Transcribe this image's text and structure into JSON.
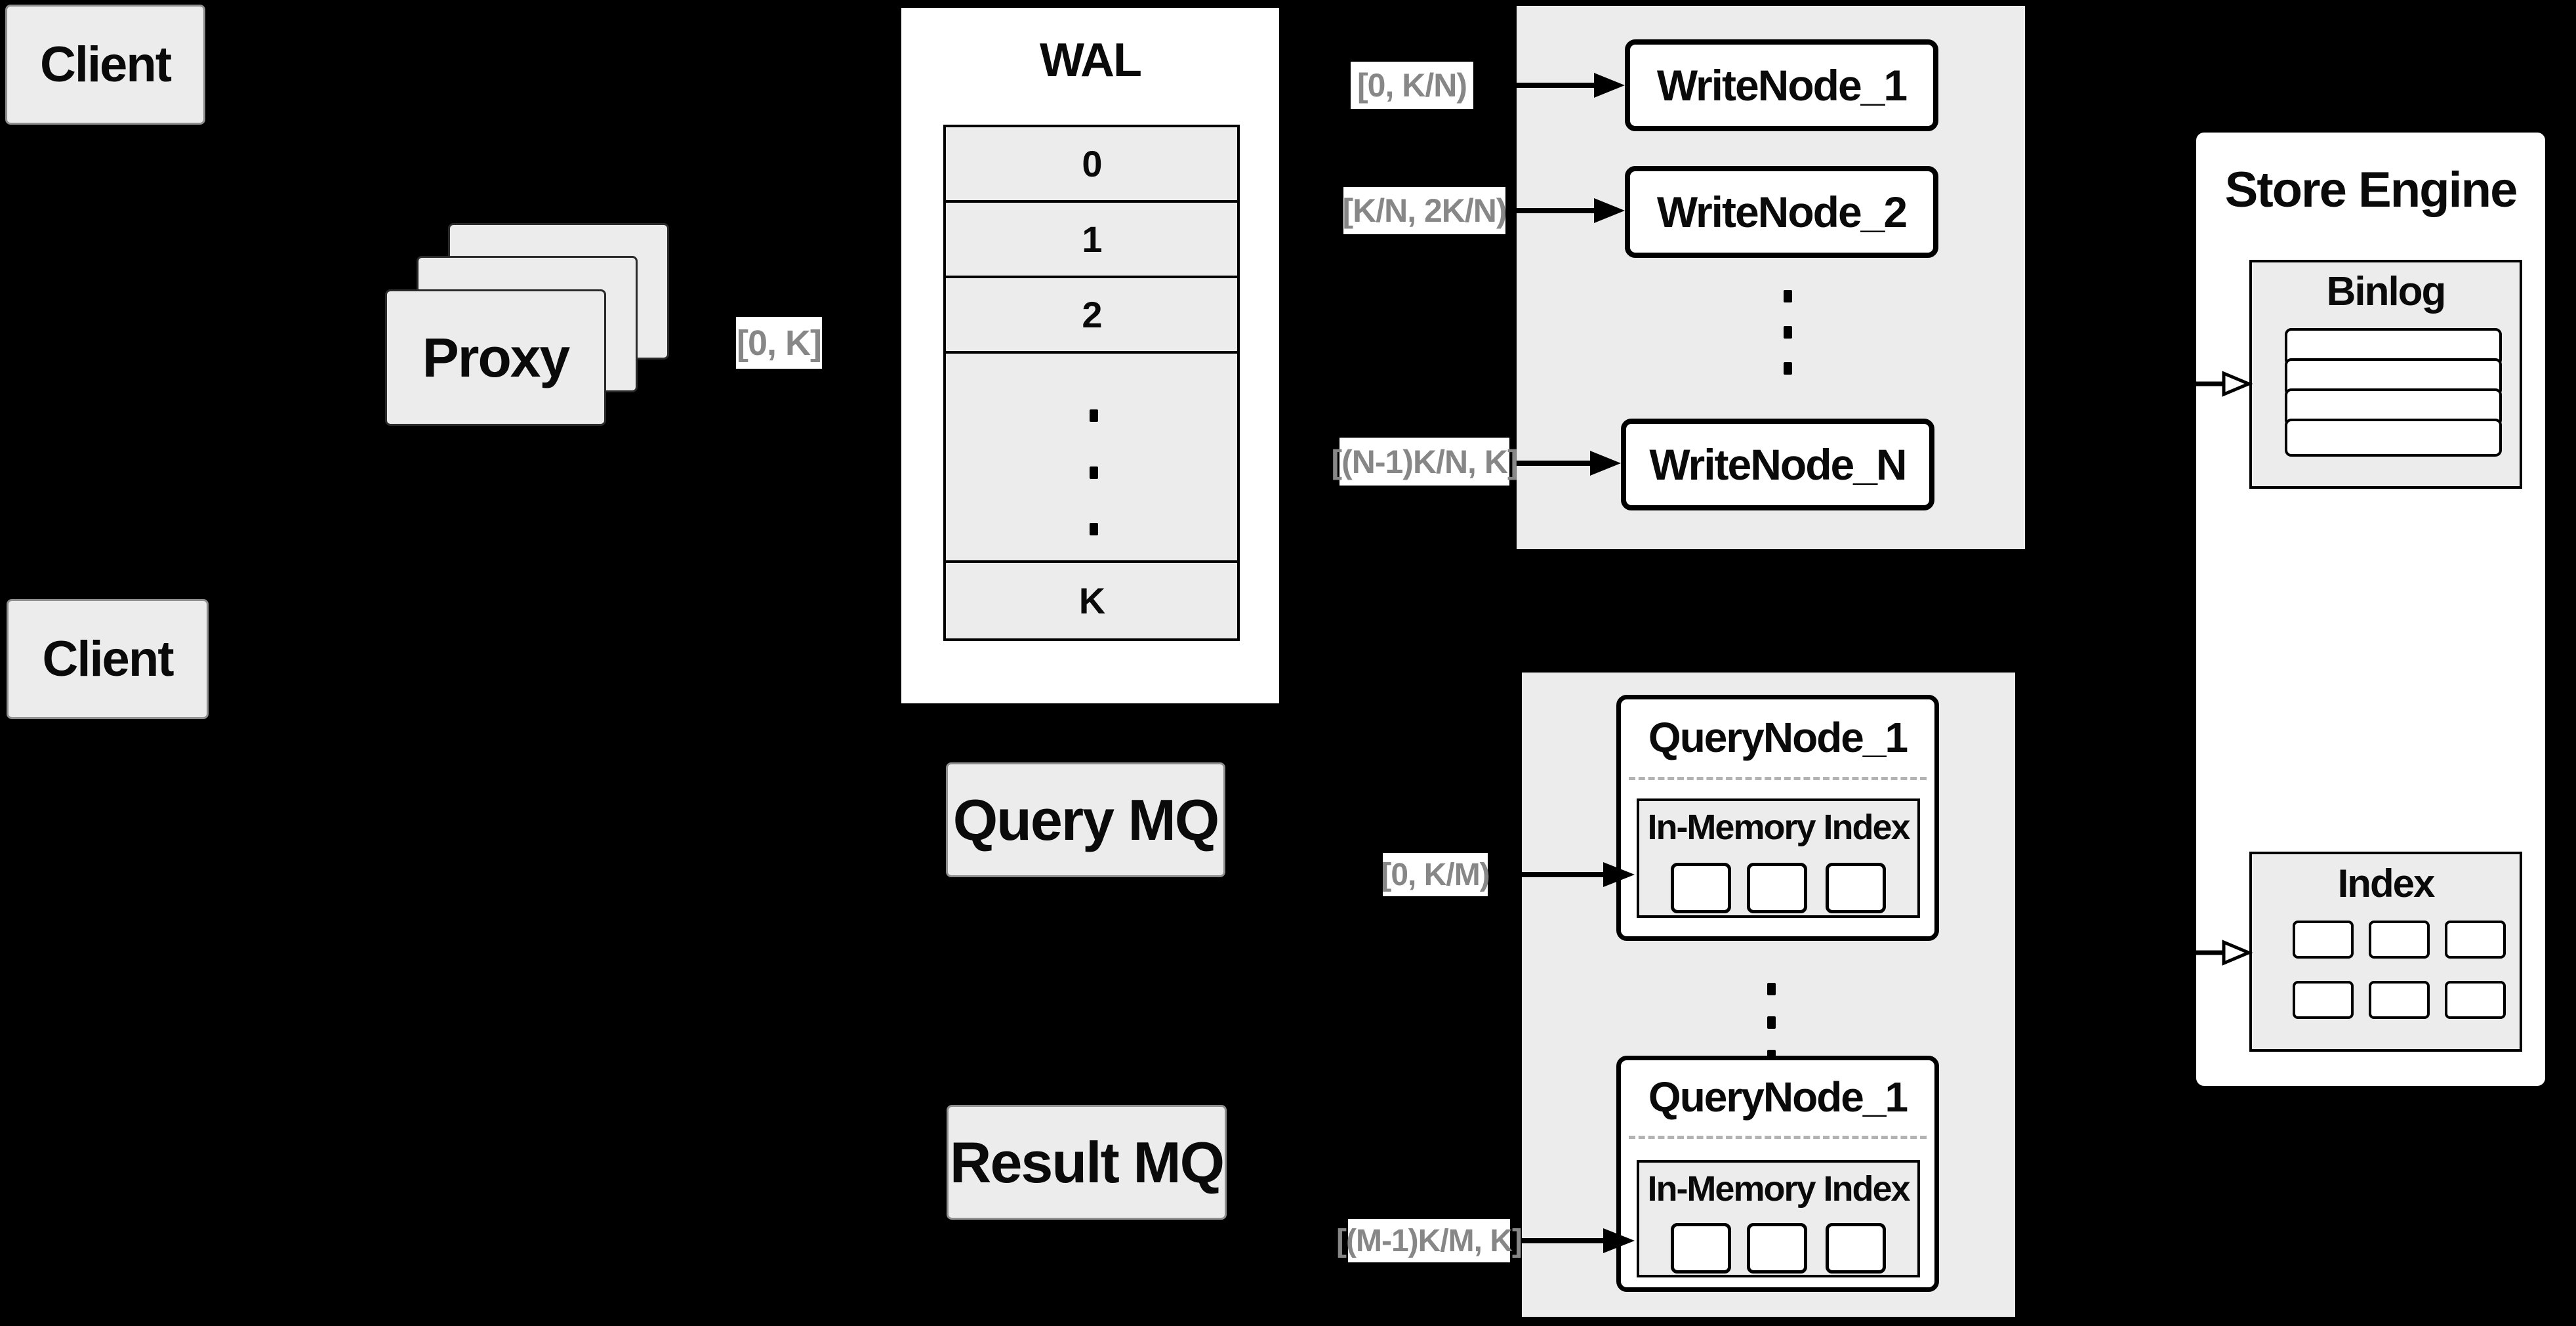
{
  "diagram": {
    "clients": {
      "top": "Client",
      "bottom": "Client"
    },
    "proxy": {
      "label": "Proxy",
      "range_label": "[0, K]"
    },
    "wal": {
      "title": "WAL",
      "rows": [
        "0",
        "1",
        "2"
      ],
      "last_row": "K"
    },
    "write": {
      "label_1": "[0,  K/N)",
      "label_2": "[K/N, 2K/N)",
      "label_n": "[(N-1)K/N,  K]",
      "node_1": "WriteNode_1",
      "node_2": "WriteNode_2",
      "node_n": "WriteNode_N"
    },
    "store": {
      "title": "Store Engine",
      "binlog_title": "Binlog",
      "index_title": "Index"
    },
    "query": {
      "mq_label": "Query MQ",
      "result_mq_label": "Result MQ",
      "range_top": "[0, K/M)",
      "range_bottom": "[(M-1)K/M, K]",
      "node_top_title": "QueryNode_1",
      "node_bottom_title": "QueryNode_1",
      "inmem_top": "In-Memory Index",
      "inmem_bottom": "In-Memory Index"
    }
  },
  "colors": {
    "background": "#000000",
    "box_fill": "#ececec",
    "node_fill": "#ffffff",
    "stroke": "#000000",
    "range_label_text": "#878787"
  }
}
